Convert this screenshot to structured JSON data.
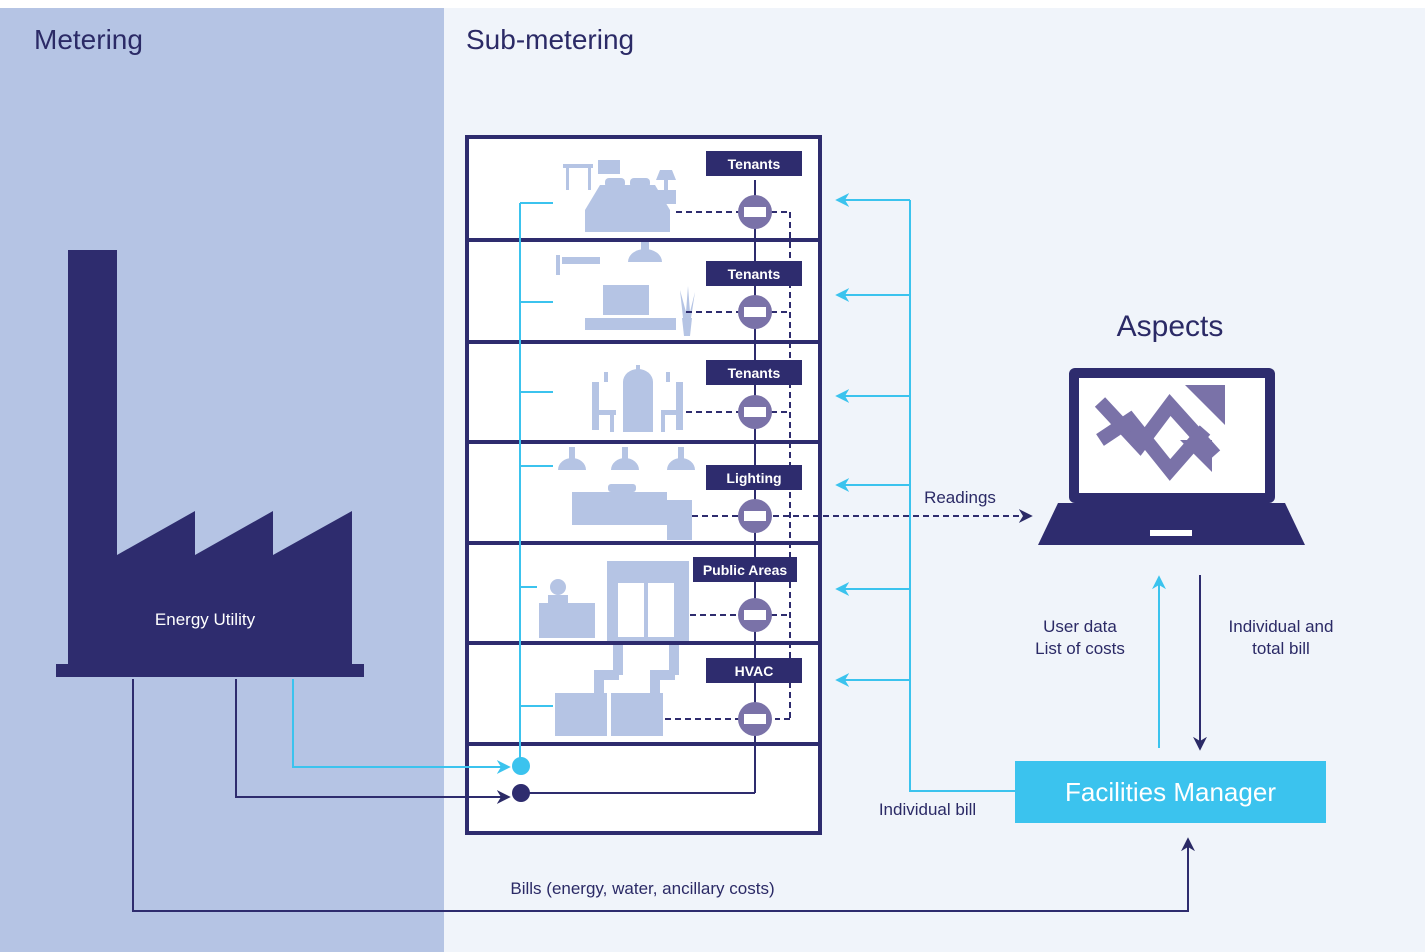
{
  "sections": {
    "metering": "Metering",
    "submetering": "Sub-metering"
  },
  "utility": {
    "label": "Energy Utility"
  },
  "floors": [
    {
      "tag": "Tenants"
    },
    {
      "tag": "Tenants"
    },
    {
      "tag": "Tenants"
    },
    {
      "tag": "Lighting"
    },
    {
      "tag": "Public Areas"
    },
    {
      "tag": "HVAC"
    }
  ],
  "aspects": {
    "title": "Aspects"
  },
  "facilities_manager": {
    "label": "Facilities Manager"
  },
  "flows": {
    "readings": "Readings",
    "user_data_line1": "User data",
    "user_data_line2": "List of costs",
    "bill_line1": "Individual and",
    "bill_line2": "total bill",
    "individual_bill": "Individual bill",
    "bills": "Bills (energy, water, ancillary costs)"
  },
  "colors": {
    "navy": "#2b2a66",
    "cyan": "#3bc3ee",
    "light_icon": "#b5c4e4",
    "meter": "#7a72a8"
  }
}
